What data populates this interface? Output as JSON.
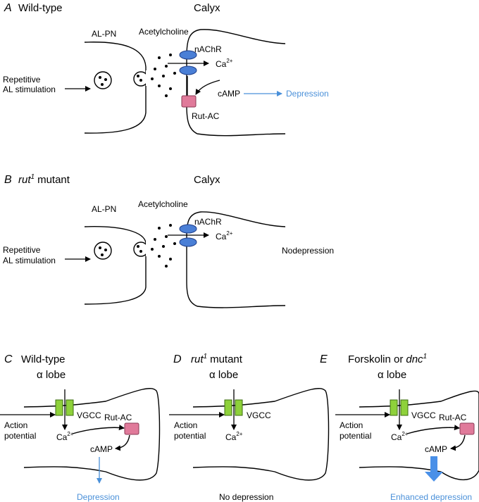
{
  "colors": {
    "blue_text": "#4a90d9",
    "nachr_fill": "#4a7fd6",
    "rutac_fill": "#e07a9a",
    "vgcc_fill": "#8ed13a"
  },
  "panel_a": {
    "letter": "A",
    "title": "Wild-type",
    "calyx": "Calyx",
    "al_pn": "AL-PN",
    "acetylcholine": "Acetylcholine",
    "nachr": "nAChR",
    "ca": "Ca",
    "ca_sup": "2+",
    "stim_line1": "Repetitive",
    "stim_line2": "AL stimulation",
    "camp": "cAMP",
    "depression": "Depression",
    "rutac": "Rut-AC"
  },
  "panel_b": {
    "letter": "B",
    "title_italic": "rut",
    "title_sup": "1",
    "title_rest": "mutant",
    "calyx": "Calyx",
    "al_pn": "AL-PN",
    "acetylcholine": "Acetylcholine",
    "nachr": "nAChR",
    "ca": "Ca",
    "ca_sup": "2+",
    "stim_line1": "Repetitive",
    "stim_line2": "AL stimulation",
    "no_depression": "Nodepression"
  },
  "panel_c": {
    "letter": "C",
    "title_line1": "Wild-type",
    "title_line2": "α lobe",
    "vgcc": "VGCC",
    "rutac": "Rut-AC",
    "ca": "Ca",
    "ca_sup": "2+",
    "camp": "cAMP",
    "action_line1": "Action",
    "action_line2": "potential",
    "depression": "Depression"
  },
  "panel_d": {
    "letter": "D",
    "title_italic": "rut",
    "title_sup": "1",
    "title_rest": "mutant",
    "title_line2": "α lobe",
    "vgcc": "VGCC",
    "ca": "Ca",
    "ca_sup": "2+",
    "action_line1": "Action",
    "action_line2": "potential",
    "no_depression": "No depression"
  },
  "panel_e": {
    "letter": "E",
    "title_prefix": "Forskolin or",
    "title_italic": "dnc",
    "title_sup": "1",
    "title_line2": "α lobe",
    "vgcc": "VGCC",
    "rutac": "Rut-AC",
    "ca": "Ca",
    "ca_sup": "2+",
    "camp": "cAMP",
    "action_line1": "Action",
    "action_line2": "potential",
    "enhanced_depression": "Enhanced depression"
  }
}
